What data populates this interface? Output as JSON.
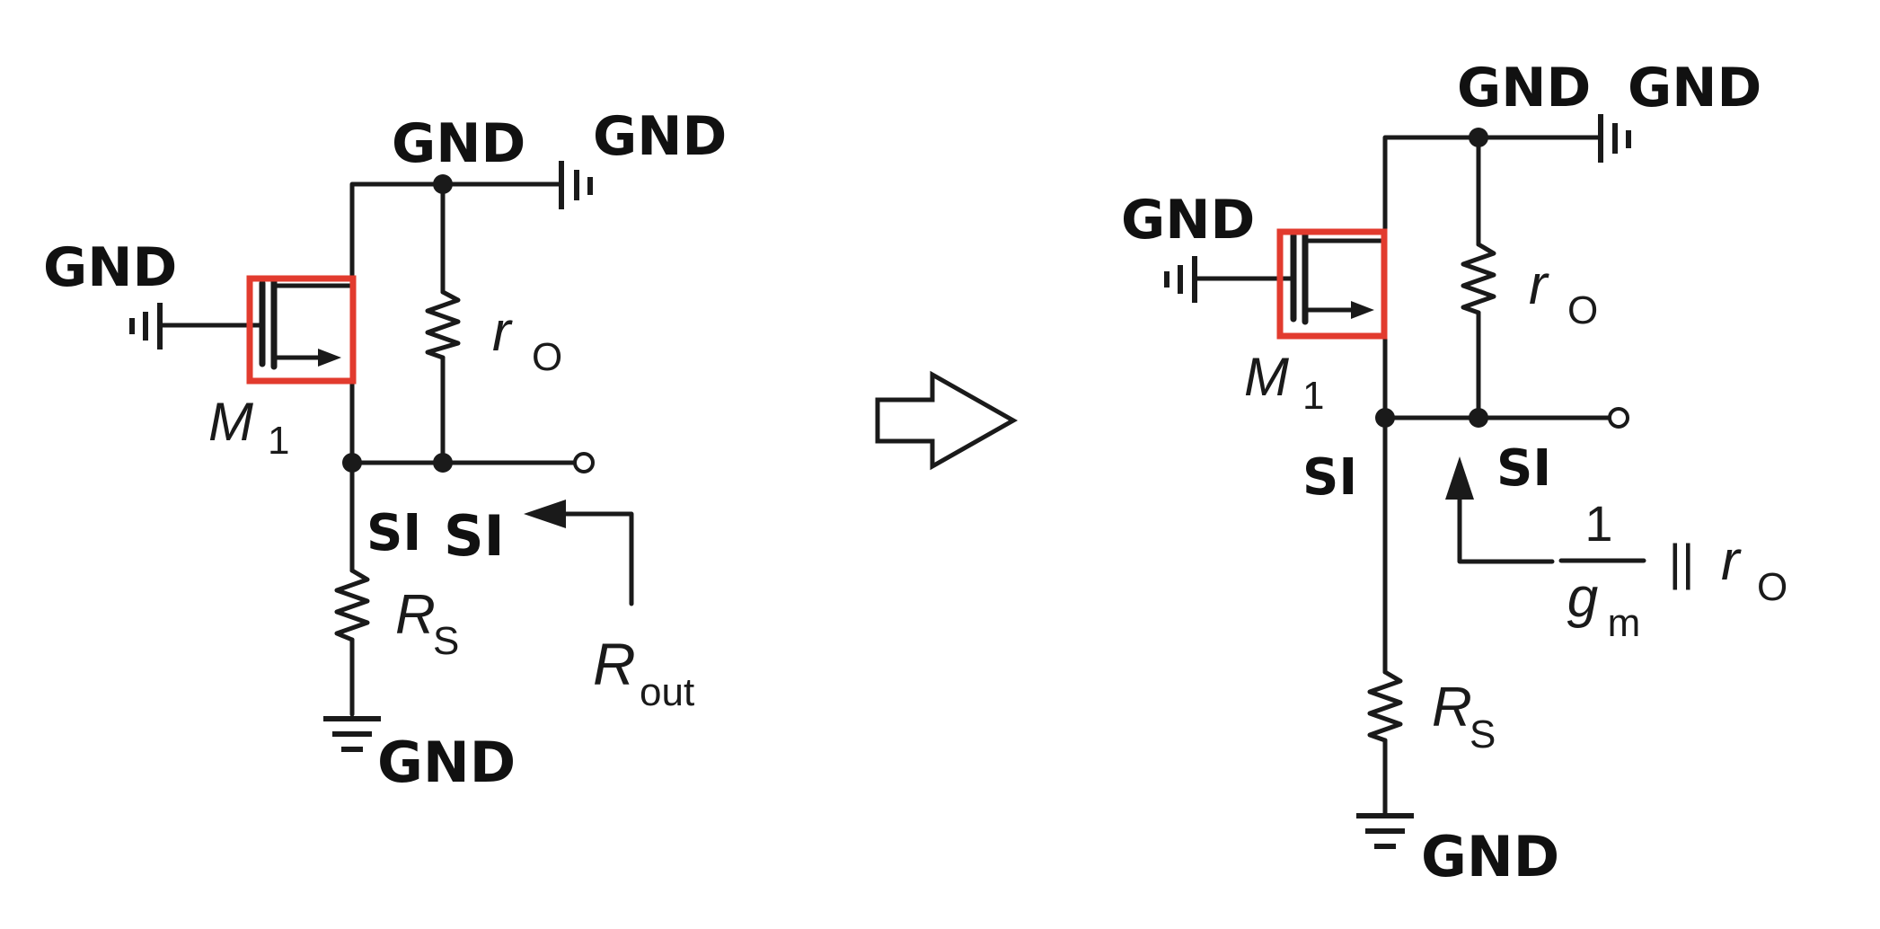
{
  "colors": {
    "wire": "#1a1a1a",
    "highlight": "#e23b2e",
    "background": "#ffffff"
  },
  "left": {
    "gnd_top_node": "GND",
    "gnd_top_right": "GND",
    "gnd_gate": "GND",
    "gnd_bottom": "GND",
    "transistor": "M",
    "transistor_sub": "1",
    "ro": "r",
    "ro_sub": "O",
    "rs": "R",
    "rs_sub": "S",
    "node_a": "SI",
    "node_b": "SI",
    "rout": "R",
    "rout_sub": "out"
  },
  "arrow_icon": "hollow-right-arrow-icon",
  "right": {
    "gnd_top_node": "GND",
    "gnd_top_right": "GND",
    "gnd_gate": "GND",
    "gnd_bottom": "GND",
    "transistor": "M",
    "transistor_sub": "1",
    "ro": "r",
    "ro_sub": "O",
    "rs": "R",
    "rs_sub": "S",
    "node_a": "SI",
    "node_b": "SI",
    "expr_num": "1",
    "expr_den": "g",
    "expr_den_sub": "m",
    "expr_par": "||",
    "expr_ro": "r",
    "expr_ro_sub": "O"
  }
}
